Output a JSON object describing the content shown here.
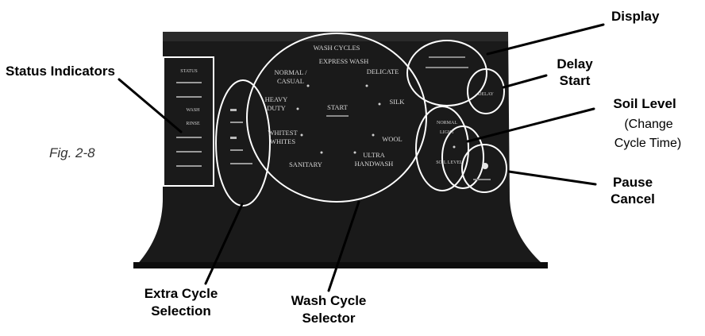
{
  "figure_label": "Fig. 2-8",
  "callouts": {
    "status_indicators": "Status Indicators",
    "display": "Display",
    "delay_start_line1": "Delay",
    "delay_start_line2": "Start",
    "soil_level": "Soil Level",
    "soil_level_note_line1": "(Change",
    "soil_level_note_line2": "Cycle Time)",
    "pause_cancel_line1": "Pause",
    "pause_cancel_line2": "Cancel",
    "extra_cycle_line1": "Extra Cycle",
    "extra_cycle_line2": "Selection",
    "wash_cycle_line1": "Wash Cycle",
    "wash_cycle_line2": "Selector"
  },
  "panel": {
    "wash_cycles_title": "WASH CYCLES",
    "cycles": {
      "express_wash": "EXPRESS WASH",
      "normal_casual_1": "NORMAL /",
      "normal_casual_2": "CASUAL",
      "delicate": "DELICATE",
      "heavy_duty_1": "HEAVY",
      "heavy_duty_2": "DUTY",
      "silk": "SILK",
      "whitest_whites_1": "WHITEST",
      "whitest_whites_2": "WHITES",
      "wool": "WOOL",
      "sanitary": "SANITARY",
      "ultra_handwash_1": "ULTRA",
      "ultra_handwash_2": "HANDWASH"
    },
    "start": "START",
    "delay": "DELAY",
    "soil_level": "SOIL LEVEL",
    "soil_options": [
      "NORMAL",
      "LIGHT"
    ],
    "status_items": [
      "STATUS",
      "",
      "",
      "WASH",
      "RINSE",
      "",
      "",
      ""
    ],
    "extra_items": [
      "",
      "",
      "",
      "",
      ""
    ]
  },
  "colors": {
    "panel": "#1a1a1a",
    "outline": "#ffffff",
    "callout_line": "#000000"
  }
}
